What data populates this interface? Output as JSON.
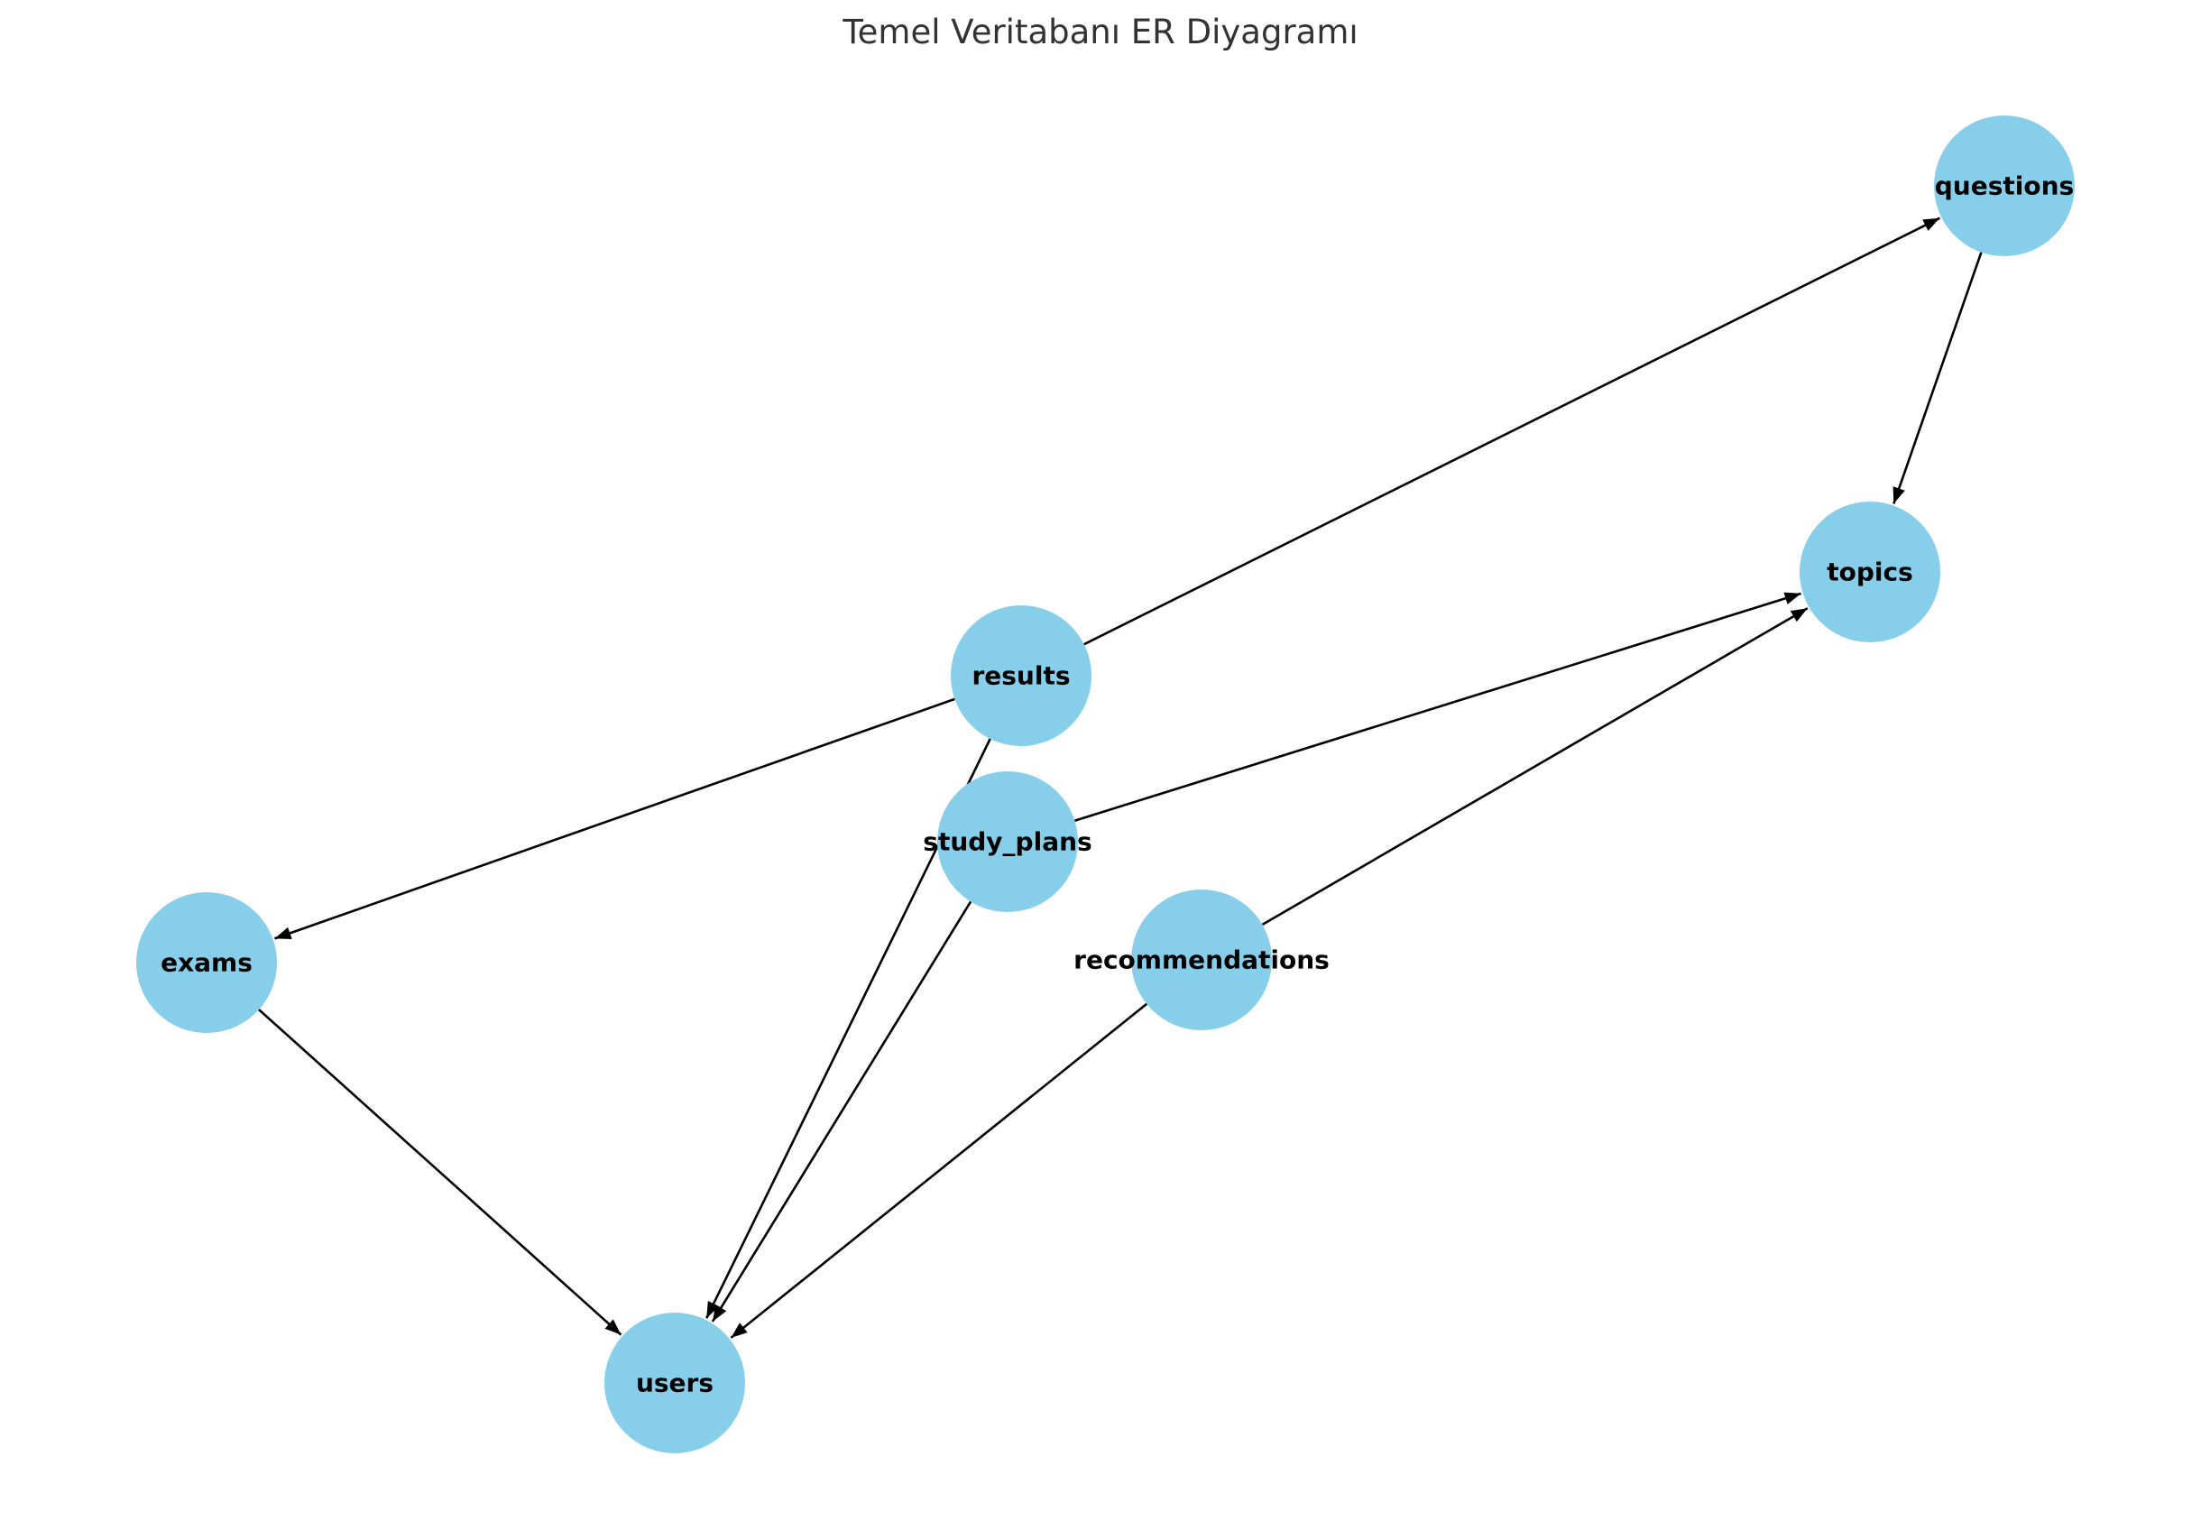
{
  "title": "Temel Veritabanı ER Diyagramı",
  "colors": {
    "node_fill": "#87CEEB",
    "edge": "#000000",
    "title": "#333333"
  },
  "nodes": [
    {
      "id": "questions",
      "label": "questions"
    },
    {
      "id": "topics",
      "label": "topics"
    },
    {
      "id": "results",
      "label": "results"
    },
    {
      "id": "study_plans",
      "label": "study_plans"
    },
    {
      "id": "exams",
      "label": "exams"
    },
    {
      "id": "recommendations",
      "label": "recommendations"
    },
    {
      "id": "users",
      "label": "users"
    }
  ],
  "edges": [
    {
      "from": "results",
      "to": "questions"
    },
    {
      "from": "results",
      "to": "exams"
    },
    {
      "from": "results",
      "to": "users"
    },
    {
      "from": "questions",
      "to": "topics"
    },
    {
      "from": "study_plans",
      "to": "topics"
    },
    {
      "from": "study_plans",
      "to": "users"
    },
    {
      "from": "recommendations",
      "to": "topics"
    },
    {
      "from": "recommendations",
      "to": "users"
    },
    {
      "from": "exams",
      "to": "users"
    }
  ]
}
